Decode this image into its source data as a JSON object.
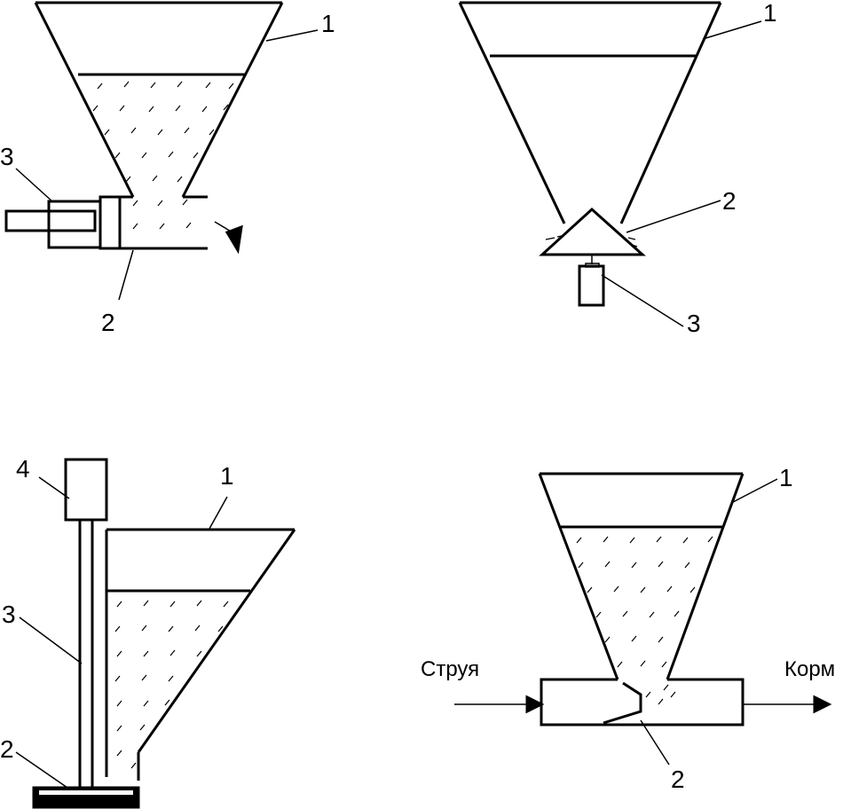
{
  "figures": {
    "a": {
      "labels": [
        "1",
        "2",
        "3"
      ]
    },
    "b": {
      "labels": [
        "1",
        "2",
        "3"
      ]
    },
    "c": {
      "labels": [
        "1",
        "2",
        "3",
        "4"
      ]
    },
    "d": {
      "labels": [
        "1",
        "2"
      ],
      "inlet_caption": "Струя",
      "outlet_caption": "Корм"
    }
  }
}
